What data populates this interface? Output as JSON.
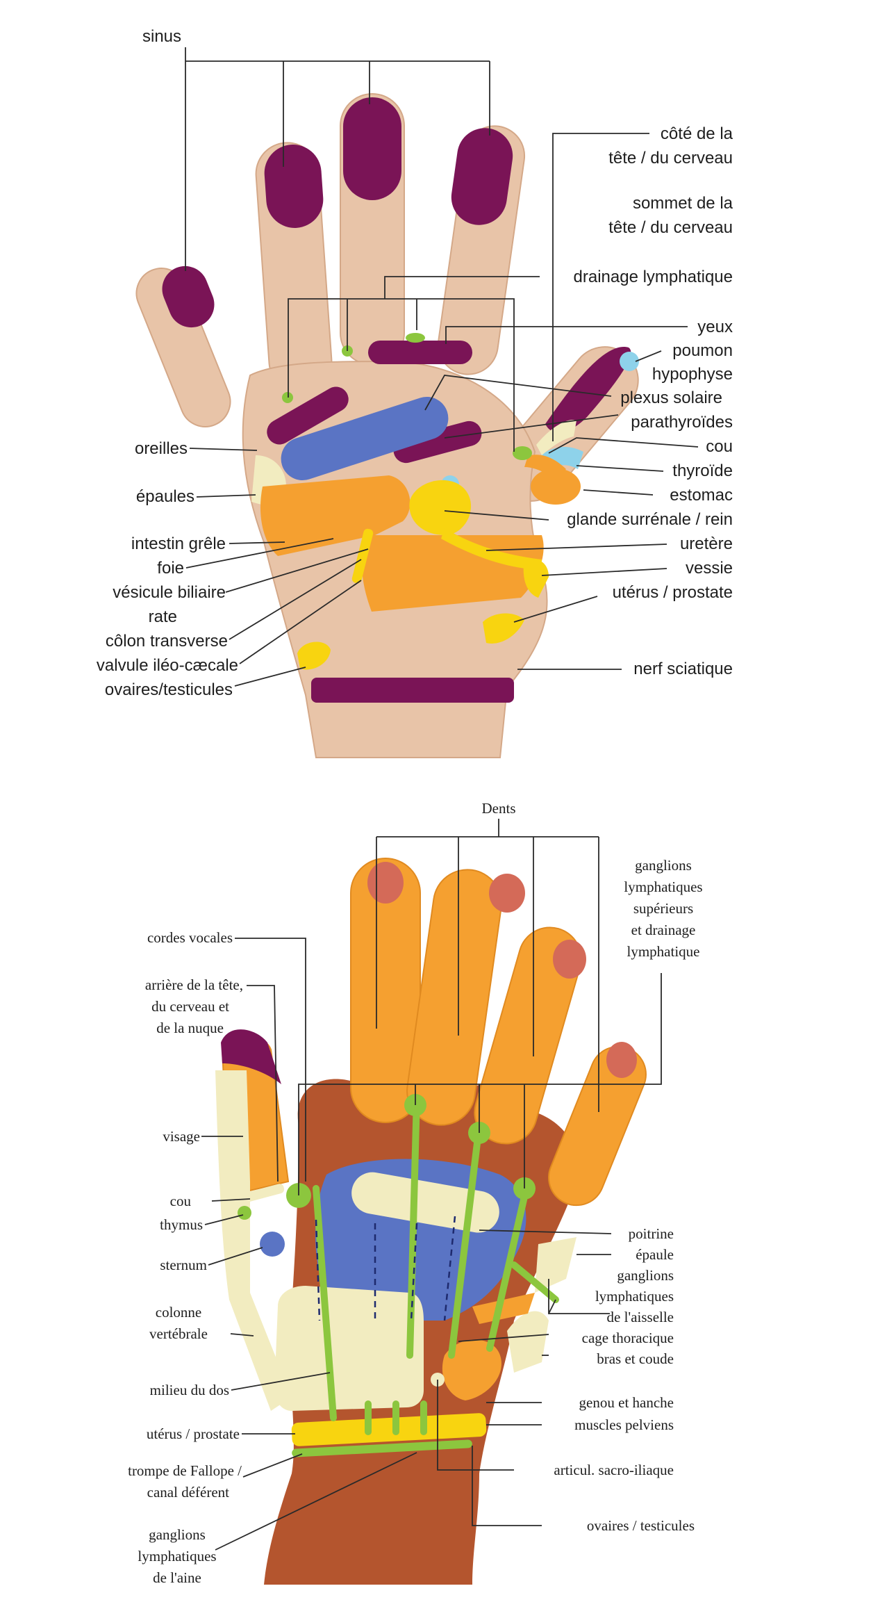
{
  "palm": {
    "labels": {
      "sinus": "sinus",
      "cote_tete_1": "côté de la",
      "cote_tete_2": "tête / du cerveau",
      "sommet_tete_1": "sommet de la",
      "sommet_tete_2": "tête / du cerveau",
      "drainage_lymphatique": "drainage lymphatique",
      "yeux": "yeux",
      "poumon": "poumon",
      "hypophyse": "hypophyse",
      "plexus_solaire": "plexus solaire",
      "parathyroides": "parathyroïdes",
      "cou": "cou",
      "thyroide": "thyroïde",
      "estomac": "estomac",
      "glande_surrenale_rein": "glande surrénale / rein",
      "uretere": "uretère",
      "vessie": "vessie",
      "uterus_prostate": "utérus / prostate",
      "nerf_sciatique": "nerf sciatique",
      "oreilles": "oreilles",
      "epaules": "épaules",
      "intestin_grele": "intestin grêle",
      "foie": "foie",
      "vesicule_biliaire": "vésicule biliaire",
      "rate": "rate",
      "colon_transverse": "côlon transverse",
      "valvule_ileo_caecale": "valvule iléo-cæcale",
      "ovaires_testicules": "ovaires/testicules"
    }
  },
  "back": {
    "labels": {
      "dents": "Dents",
      "ganglions_sup_1": "ganglions",
      "ganglions_sup_2": "lymphatiques",
      "ganglions_sup_3": "supérieurs",
      "ganglions_sup_4": "et drainage",
      "ganglions_sup_5": "lymphatique",
      "cordes_vocales": "cordes vocales",
      "arriere_tete_1": "arrière de la tête,",
      "arriere_tete_2": "du cerveau et",
      "arriere_tete_3": "de la nuque",
      "visage": "visage",
      "cou": "cou",
      "thymus": "thymus",
      "sternum": "sternum",
      "colonne_1": "colonne",
      "colonne_2": "vertébrale",
      "milieu_du_dos": "milieu du dos",
      "uterus_prostate": "utérus / prostate",
      "trompe_1": "trompe de Fallope /",
      "trompe_2": "canal déférent",
      "ganglions_aine_1": "ganglions",
      "ganglions_aine_2": "lymphatiques",
      "ganglions_aine_3": "de l'aine",
      "poitrine": "poitrine",
      "epaule": "épaule",
      "ganglions_aisselle_1": "ganglions",
      "ganglions_aisselle_2": "lymphatiques",
      "ganglions_aisselle_3": "de l'aisselle",
      "cage_thoracique": "cage thoracique",
      "bras_et_coude": "bras et coude",
      "genou_et_hanche": "genou et hanche",
      "muscles_pelviens": "muscles pelviens",
      "articul_sacro_iliaque": "articul. sacro-iliaque",
      "ovaires_testicules": "ovaires / testicules"
    }
  },
  "colors": {
    "skin": "#e6c0a4",
    "dark_skin": "#b4552e",
    "purple": "#7a1456",
    "blue": "#5a74c4",
    "light_blue": "#8ed2ea",
    "green": "#8cc63e",
    "orange": "#f5a030",
    "yellow": "#f8d410",
    "cream": "#f2ecc0"
  }
}
